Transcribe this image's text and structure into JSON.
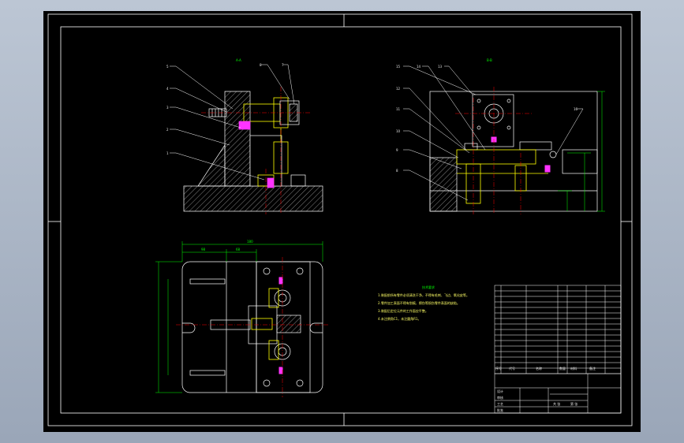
{
  "colors": {
    "background": "#000000",
    "frame": "#ffffff",
    "outline": "#ffffff",
    "hatch": "#c0c0c0",
    "dimension": "#00ff00",
    "part_yellow": "#ffff00",
    "part_magenta": "#ff33ff",
    "centerline": "#ff0000",
    "leader": "#ffffff",
    "note_heading": "#00ff00"
  },
  "views": {
    "left_section_label": "A-A",
    "right_section_label": "B-B",
    "left_balloons": [
      "5",
      "4",
      "3",
      "2",
      "1",
      "8",
      "7"
    ],
    "right_balloons": [
      "15",
      "14",
      "13",
      "12",
      "11",
      "10",
      "9",
      "8",
      "16"
    ],
    "plan_dims": [
      "180",
      "98",
      "68"
    ]
  },
  "notes": {
    "heading": "技术要求",
    "lines": [
      "1.装配前所有零件必须清洗干净，不得有毛刺、飞边、氧化皮等。",
      "2.零件加工表面不得有划痕、擦伤等损伤零件表面的缺陷。",
      "3.装配后定位元件的工作面应平整。",
      "4.未注倒角C1，未注圆角R1。"
    ]
  },
  "title_block": {
    "header": [
      "序号",
      "代号",
      "名称",
      "数量",
      "材料",
      "备注"
    ],
    "sign_labels": [
      "设计",
      "审核",
      "工艺",
      "批准"
    ],
    "footer": [
      "共 张",
      "第 张"
    ]
  }
}
